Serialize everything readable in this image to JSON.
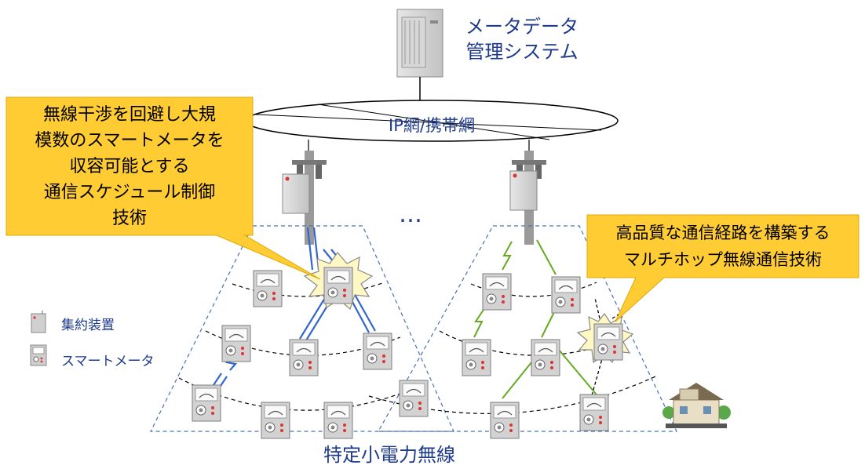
{
  "server": {
    "label_line1": "メータデータ",
    "label_line2": "管理システム"
  },
  "network": {
    "label": "IP網/携帯網"
  },
  "ellipsis": "…",
  "callout_left": {
    "lines": [
      "無線干渉を回避し大規",
      "模数のスマートメータを",
      "収容可能とする",
      "通信スケジュール制御",
      "技術"
    ]
  },
  "callout_right": {
    "lines": [
      "高品質な通信経路を構築する",
      "マルチホップ無線通信技術"
    ]
  },
  "legend": {
    "concentrator": "集約装置",
    "smart_meter": "スマートメータ"
  },
  "bottom_label": "特定小電力無線",
  "colors": {
    "text_blue": "#1d3a8c",
    "callout_fill": "#ffcc33",
    "link_blue": "#3366cc",
    "link_green": "#66aa22",
    "dashed_border": "#4a6fb5"
  }
}
